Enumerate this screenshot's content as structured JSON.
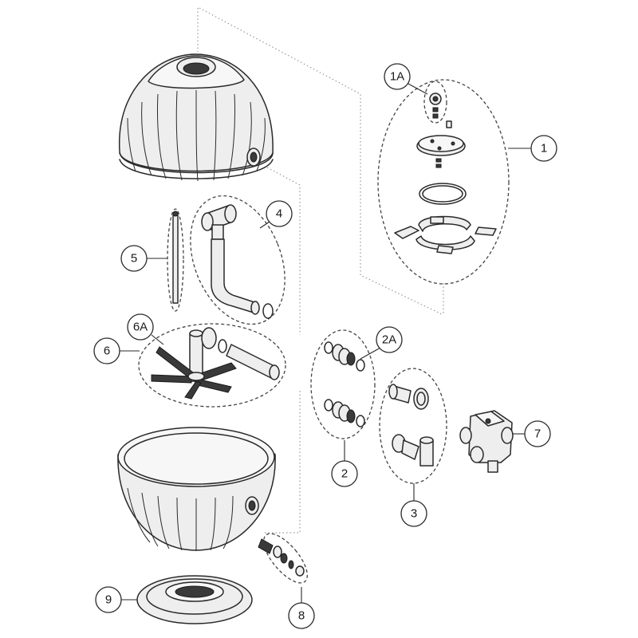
{
  "diagram": {
    "callouts": [
      {
        "id": "1",
        "label": "1"
      },
      {
        "id": "1A",
        "label": "1A"
      },
      {
        "id": "2",
        "label": "2"
      },
      {
        "id": "2A",
        "label": "2A"
      },
      {
        "id": "3",
        "label": "3"
      },
      {
        "id": "4",
        "label": "4"
      },
      {
        "id": "5",
        "label": "5"
      },
      {
        "id": "6",
        "label": "6"
      },
      {
        "id": "6A",
        "label": "6A"
      },
      {
        "id": "7",
        "label": "7"
      },
      {
        "id": "8",
        "label": "8"
      },
      {
        "id": "9",
        "label": "9"
      }
    ]
  }
}
